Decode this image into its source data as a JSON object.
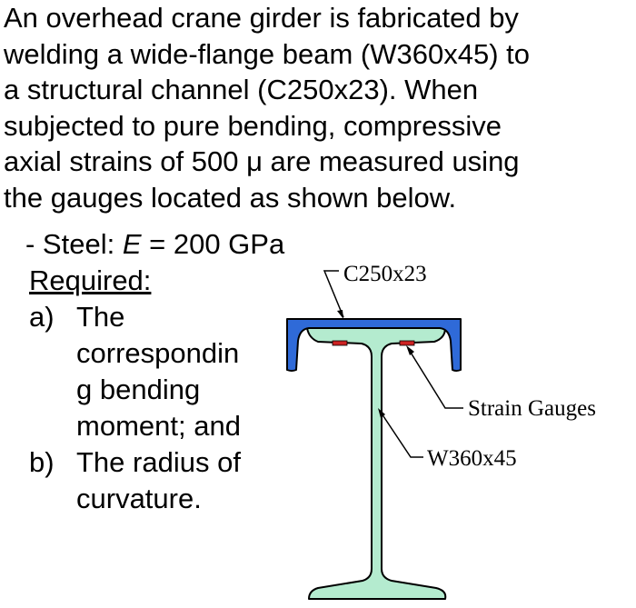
{
  "problem": {
    "lines": [
      "An overhead crane girder is fabricated by",
      "welding a wide-flange beam (W360x45) to",
      "a structural channel (C250x23).  When",
      "subjected to pure bending, compressive",
      "axial strains of 500 μ are measured using",
      "the gauges located as shown below."
    ]
  },
  "given": {
    "prefix": "-  Steel: ",
    "symbol": "E",
    "value": " = 200 GPa"
  },
  "required": {
    "heading": "Required:",
    "items": [
      {
        "label": "a)",
        "lines": [
          "The",
          "correspondin",
          "g bending",
          "moment; and"
        ]
      },
      {
        "label": "b)",
        "lines": [
          "The radius of",
          "curvature."
        ]
      }
    ]
  },
  "figure": {
    "channel_label": "C250x23",
    "gauges_label": "Strain Gauges",
    "beam_label": "W360x45",
    "colors": {
      "channel": "#2f6ad8",
      "beam": "#b4ebcf",
      "gauge": "#cc2222",
      "outline": "#000000"
    }
  }
}
